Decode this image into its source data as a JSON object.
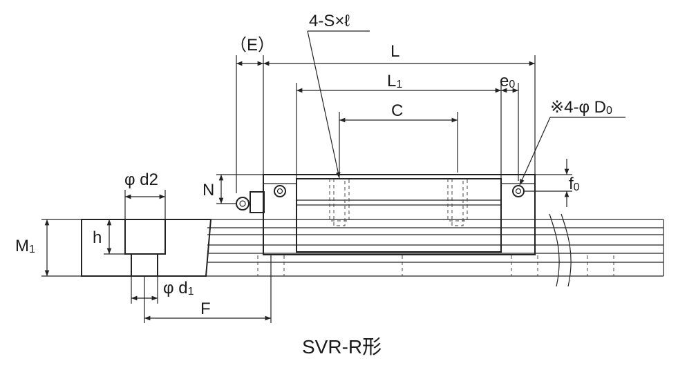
{
  "labels": {
    "E": "（E）",
    "thread": "4-S×ℓ",
    "L": "L",
    "L1_main": "L",
    "L1_sub": "1",
    "e0_main": "e",
    "e0_sub": "0",
    "D0_prefix": "※4-φ D",
    "D0_sub": "0",
    "C": "C",
    "N": "N",
    "f0_main": "f",
    "f0_sub": "0",
    "d2": "φ d2",
    "h": "h",
    "M1_main": "M",
    "M1_sub": "1",
    "d1_main": "φ d",
    "d1_sub": "1",
    "F": "F"
  },
  "caption": "SVR-R形"
}
